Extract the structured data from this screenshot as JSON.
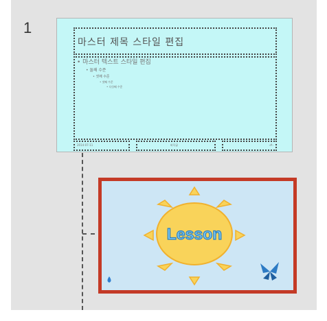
{
  "thumbnails_pane": {
    "slide_number": "1",
    "master_slide": {
      "title_placeholder": "마스터 제목 스타일 편집",
      "body_levels": [
        "• 마스터 텍스트 스타일 편집",
        "• 둘째 수준",
        "• 셋째 수준",
        "• 넷째 수준",
        "• 다섯째 수준"
      ],
      "footer_date": "2014-07-11",
      "footer_text": "바닥글",
      "footer_number": "‹#›",
      "background_color": "#c4f7f7"
    },
    "layout_slide": {
      "selected": true,
      "word": "Lesson",
      "selection_color": "#c43a26",
      "background_color": "#cde6f5",
      "icons": [
        "sun-icon",
        "butterfly-icon",
        "water-drop-icon"
      ]
    }
  }
}
